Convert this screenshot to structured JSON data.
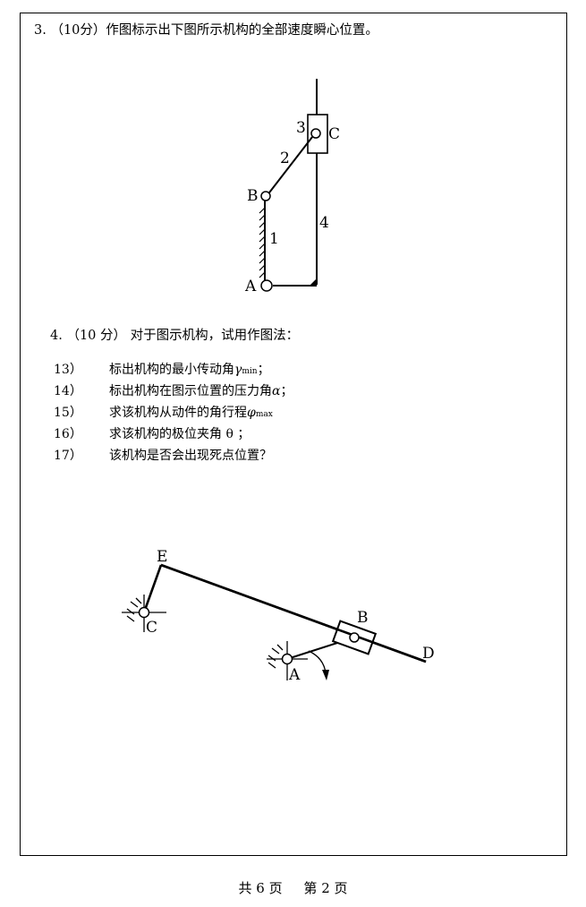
{
  "q3": {
    "number": "3.",
    "text": "（10分）作图标示出下图所示机构的全部速度瞬心位置。"
  },
  "figure1": {
    "labels": {
      "A": "A",
      "B": "B",
      "C": "C",
      "link1": "1",
      "link2": "2",
      "link3": "3",
      "link4": "4"
    }
  },
  "q4": {
    "number": "4.",
    "text": "（10 分） 对于图示机构，试用作图法："
  },
  "items": [
    {
      "num": "13）",
      "text": "标出机构的最小传动角",
      "symbol": "γ",
      "sub": "min",
      "tail": "；"
    },
    {
      "num": "14）",
      "text": "标出机构在图示位置的压力角",
      "symbol": "α",
      "sub": "",
      "tail": "；"
    },
    {
      "num": "15）",
      "text": "求该机构从动件的角行程 ",
      "symbol": "φ",
      "sub": "max",
      "tail": ""
    },
    {
      "num": "16）",
      "text": "求该机构的极位夹角 θ ；",
      "symbol": "",
      "sub": "",
      "tail": ""
    },
    {
      "num": "17）",
      "text": "该机构是否会出现死点位置？",
      "symbol": "",
      "sub": "",
      "tail": ""
    }
  ],
  "figure2": {
    "labels": {
      "A": "A",
      "B": "B",
      "C": "C",
      "D": "D",
      "E": "E"
    }
  },
  "footer": {
    "total": "共 6 页",
    "current": "第 2 页"
  }
}
